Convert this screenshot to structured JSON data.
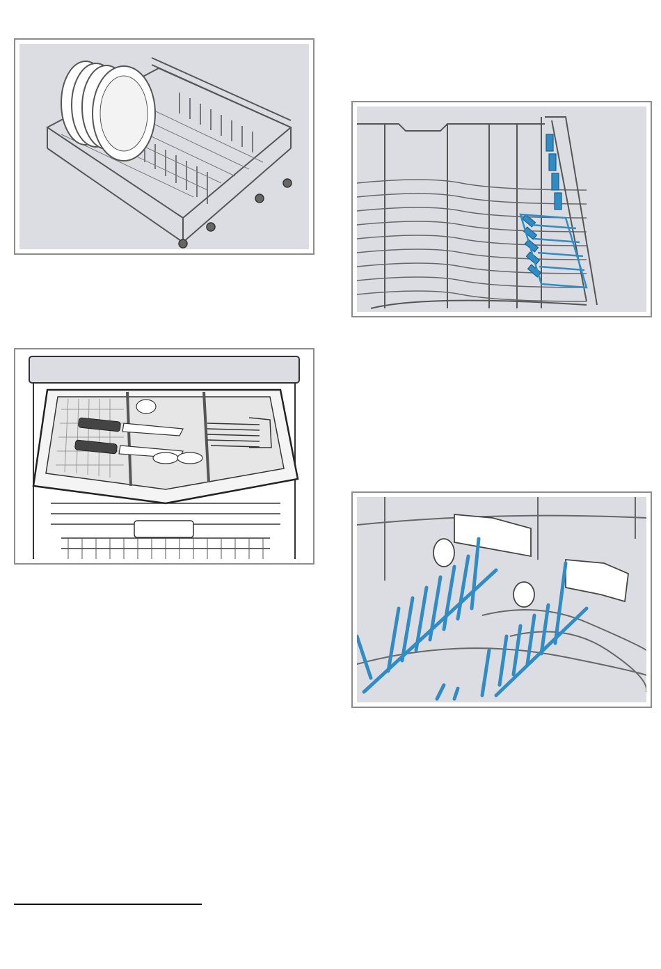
{
  "page": {
    "figures": [
      {
        "id": "fig-basket-plates"
      },
      {
        "id": "fig-rack-closeup"
      },
      {
        "id": "fig-cutlery-drawer"
      },
      {
        "id": "fig-folding-tines"
      }
    ]
  },
  "colors": {
    "panel_background": "#dcdde2",
    "frame_border": "#8c8c8c",
    "wire": "#555555",
    "accent_blue": "#2f8cc4",
    "plate": "#ffffff"
  }
}
